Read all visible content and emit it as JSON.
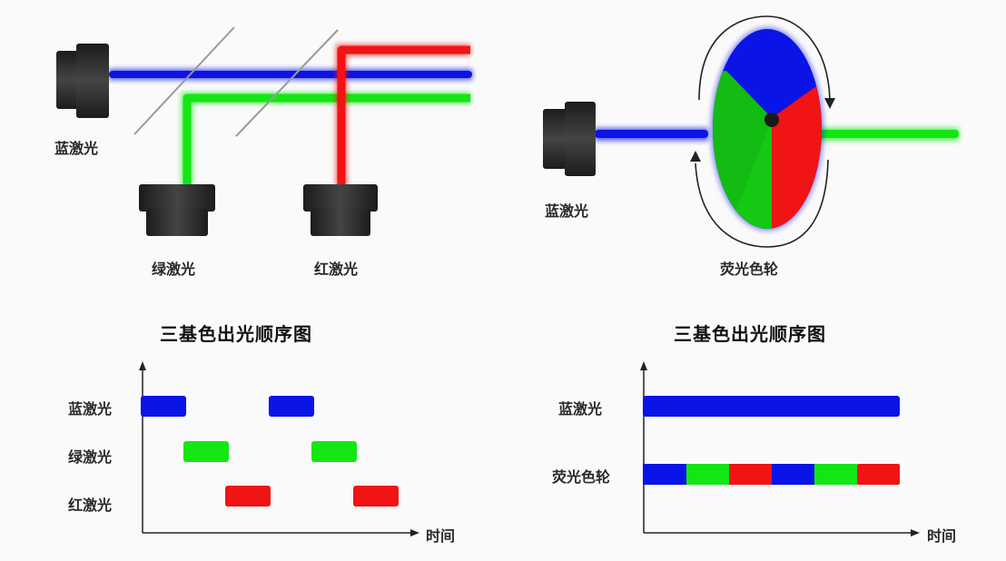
{
  "colors": {
    "blue": "#0a14e6",
    "green": "#14e614",
    "red": "#f01414",
    "device": "#333333",
    "mirror": "#9a9a9a",
    "background": "#fafafa"
  },
  "diagram_left": {
    "labels": {
      "blue_laser": "蓝激光",
      "green_laser": "绿激光",
      "red_laser": "红激光"
    }
  },
  "diagram_right": {
    "labels": {
      "blue_laser": "蓝激光",
      "phosphor_wheel": "荧光色轮"
    }
  },
  "chart_data": [
    {
      "type": "timeline",
      "title": "三基色出光顺序图",
      "xlabel": "时间",
      "rows": [
        "蓝激光",
        "绿激光",
        "红激光"
      ],
      "series": [
        {
          "name": "蓝激光",
          "color": "blue",
          "segments": [
            [
              0,
              1
            ],
            [
              3,
              4
            ]
          ]
        },
        {
          "name": "绿激光",
          "color": "green",
          "segments": [
            [
              1,
              2
            ],
            [
              4,
              5
            ]
          ]
        },
        {
          "name": "红激光",
          "color": "red",
          "segments": [
            [
              2,
              3
            ],
            [
              5,
              6
            ]
          ]
        }
      ]
    },
    {
      "type": "timeline",
      "title": "三基色出光顺序图",
      "xlabel": "时间",
      "rows": [
        "蓝激光",
        "荧光色轮"
      ],
      "series": [
        {
          "name": "蓝激光",
          "color": "blue",
          "segments": [
            [
              0,
              6
            ]
          ]
        },
        {
          "name": "荧光色轮",
          "colors": [
            "blue",
            "green",
            "red",
            "blue",
            "green",
            "red"
          ],
          "segments": [
            [
              0,
              1
            ],
            [
              1,
              2
            ],
            [
              2,
              3
            ],
            [
              3,
              4
            ],
            [
              4,
              5
            ],
            [
              5,
              6
            ]
          ]
        }
      ]
    }
  ]
}
